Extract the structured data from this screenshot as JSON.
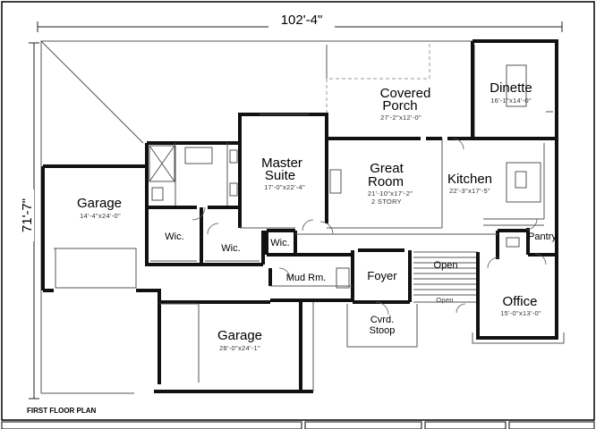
{
  "plan": {
    "caption": "FIRST FLOOR PLAN",
    "overall_width": "102'-4\"",
    "overall_depth": "71'-7\""
  },
  "rooms": {
    "covered_porch": {
      "name_line1": "Covered",
      "name_line2": "Porch",
      "dims": "27'-2\"x12'-0\""
    },
    "dinette": {
      "name": "Dinette",
      "dims": "16'-1\"x14'-0\""
    },
    "master_suite": {
      "name_line1": "Master",
      "name_line2": "Suite",
      "dims": "17'-0\"x22'-4\""
    },
    "great_room": {
      "name_line1": "Great",
      "name_line2": "Room",
      "dims": "21'-10\"x17'-2\"",
      "note": "2 STORY"
    },
    "kitchen": {
      "name": "Kitchen",
      "dims": "22'-3\"x17'-5\""
    },
    "garage_left": {
      "name": "Garage",
      "dims": "14'-4\"x24'-0\""
    },
    "wic_1": {
      "name": "Wic."
    },
    "wic_2": {
      "name": "Wic."
    },
    "wic_3": {
      "name": "Wic."
    },
    "pantry": {
      "name": "Pantry"
    },
    "open_stair": {
      "name": "Open"
    },
    "open_small": {
      "name": "Open"
    },
    "mud_room": {
      "name": "Mud Rm."
    },
    "foyer": {
      "name": "Foyer"
    },
    "office": {
      "name": "Office",
      "dims": "15'-0\"x13'-0\""
    },
    "garage_main": {
      "name": "Garage",
      "dims": "28'-0\"x24'-1\""
    },
    "stoop": {
      "name_line1": "Cvrd.",
      "name_line2": "Stoop"
    }
  }
}
